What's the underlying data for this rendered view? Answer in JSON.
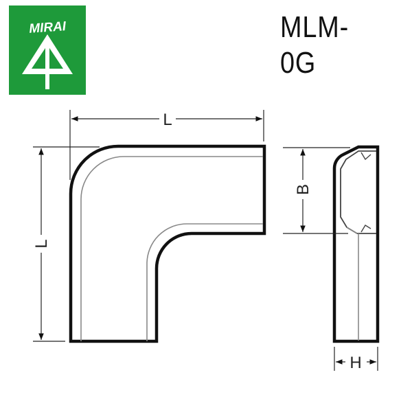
{
  "logo": {
    "brand_text": "MIRAI",
    "icon": "mirai-tree-logo-icon",
    "background_color": "#1e9a3a",
    "foreground_color": "#ffffff"
  },
  "header": {
    "model_number": "MLM-0G"
  },
  "drawing": {
    "description": "Flat elbow (90° corner) cable duct cover, front view and side profile",
    "front_view": {
      "dimension_top_label": "L",
      "dimension_left_label": "L"
    },
    "side_view": {
      "dimension_height_label": "B",
      "dimension_width_label": "H"
    },
    "line_color": "#111111",
    "inner_line_color": "#888888"
  }
}
